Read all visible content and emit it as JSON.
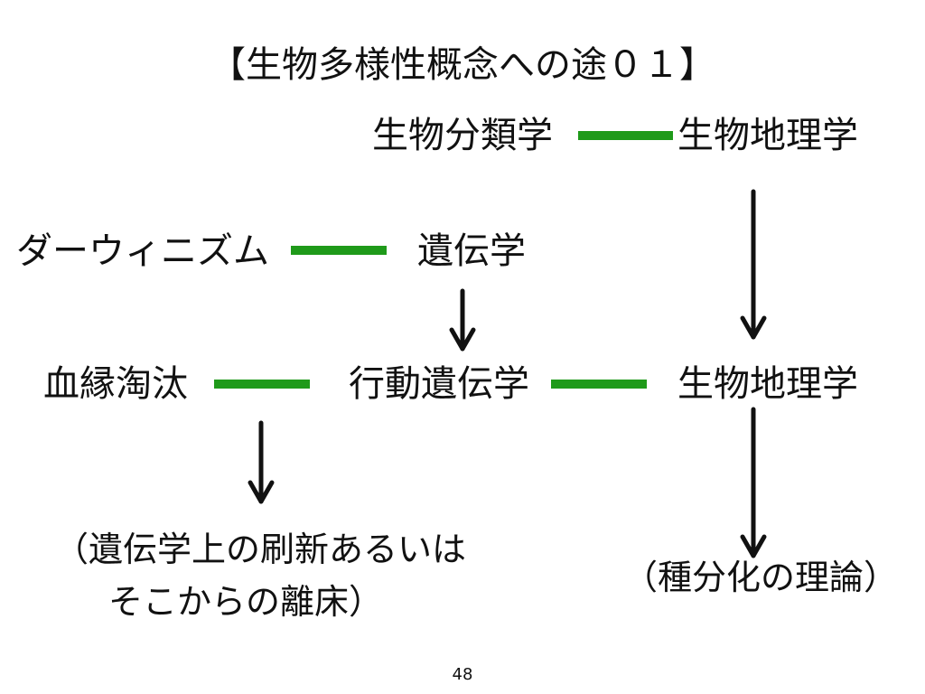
{
  "title": "【生物多様性概念への途０１】",
  "nodes": {
    "taxonomy": "生物分類学",
    "biogeo_top": "生物地理学",
    "darwinism": "ダーウィニズム",
    "genetics": "遺伝学",
    "blood": "血縁淘汰",
    "behavioral": "行動遺伝学",
    "biogeo_mid": "生物地理学"
  },
  "notes": {
    "left_line1": "（遺伝学上の刷新あるいは",
    "left_line2": "そこからの離床）",
    "right": "（種分化の理論）"
  },
  "page_number": "48",
  "colors": {
    "link": "#1f9a1a",
    "arrow": "#111111"
  }
}
